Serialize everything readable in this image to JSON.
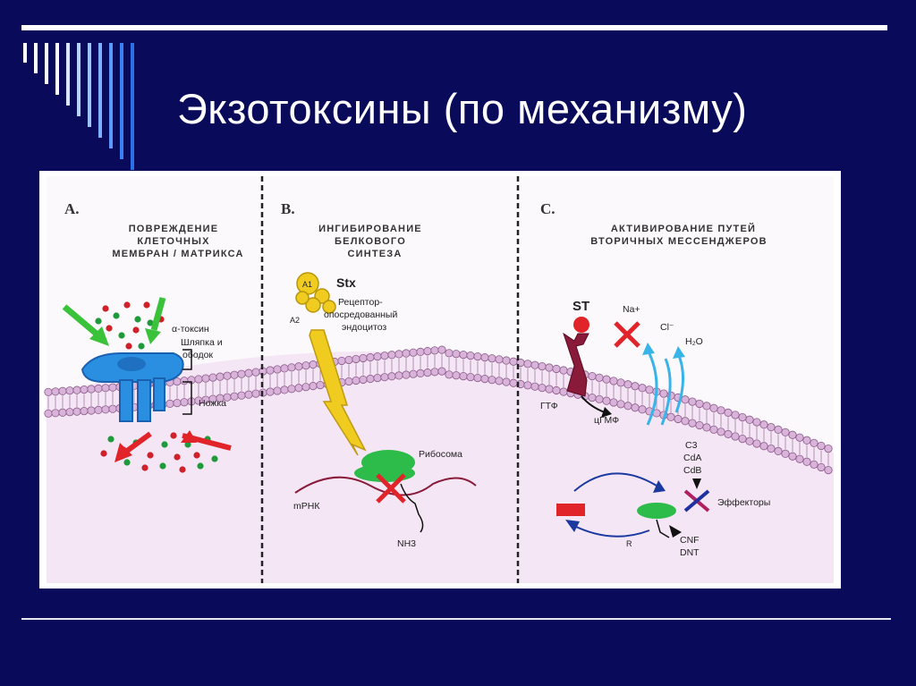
{
  "slide": {
    "title": "Экзотоксины (по механизму)"
  },
  "figure": {
    "panels": [
      {
        "letter": "A.",
        "title_lines": [
          "ПОВРЕЖДЕНИЕ",
          "КЛЕТОЧНЫХ",
          "МЕМБРАН / МАТРИКСА"
        ],
        "labels": {
          "toxin": "α-токсин",
          "head": "Шляпка и",
          "rim": "ободок",
          "stem": "Ножка"
        }
      },
      {
        "letter": "B.",
        "title_lines": [
          "ИНГИБИРОВАНИЕ",
          "БЕЛКОВОГО",
          "СИНТЕЗА"
        ],
        "labels": {
          "stx": "Stx",
          "a1": "A1",
          "a2": "A2",
          "receptor_1": "Рецептор-",
          "receptor_2": "опосредованный",
          "receptor_3": "эндоцитоз",
          "ribosome": "Рибосома",
          "mrna": "mРНК",
          "nh3": "NH3"
        }
      },
      {
        "letter": "C.",
        "title_lines": [
          "АКТИВИРОВАНИЕ ПУТЕЙ",
          "ВТОРИЧНЫХ МЕССЕНДЖЕРОВ"
        ],
        "labels": {
          "st": "ST",
          "na": "Na+",
          "cl": "Cl⁻",
          "h2o": "H₂O",
          "gtp": "ГТФ",
          "cgmp": "цГМФ",
          "c3": "C3",
          "cda": "CdA",
          "cdb": "CdB",
          "effectors": "Эффекторы",
          "r": "R",
          "cnf": "CNF",
          "dnt": "DNT"
        }
      }
    ]
  },
  "colors": {
    "background": "#0a0a5a",
    "membrane": "#c9a0c9",
    "cytoplasm": "#f4e6f4",
    "toxin_blue": "#2a8fe0",
    "arrow_green": "#39c23a",
    "arrow_red": "#e0242a",
    "arrow_yellow": "#f0cc20",
    "ribosome_green": "#2dbb4a",
    "receptor_maroon": "#8a1a3a",
    "cyan": "#39b4e8"
  }
}
